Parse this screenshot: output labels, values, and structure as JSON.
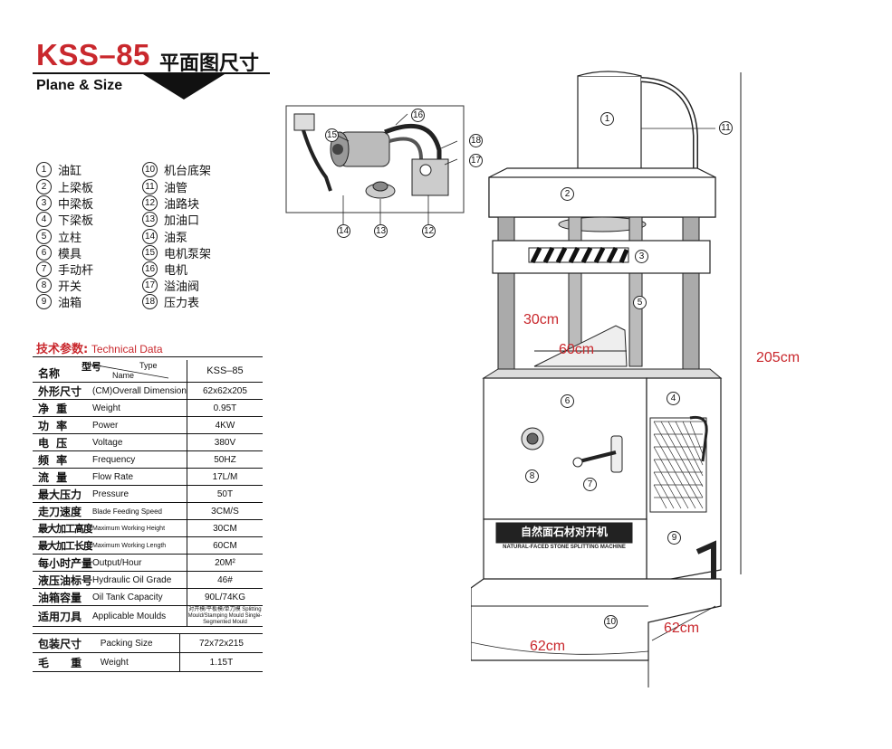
{
  "header": {
    "model": "KSS–85",
    "title_cn": "平面图尺寸",
    "title_en": "Plane & Size"
  },
  "legend": [
    {
      "num": "1",
      "label": "油缸"
    },
    {
      "num": "2",
      "label": "上梁板"
    },
    {
      "num": "3",
      "label": "中梁板"
    },
    {
      "num": "4",
      "label": "下梁板"
    },
    {
      "num": "5",
      "label": "立柱"
    },
    {
      "num": "6",
      "label": "模具"
    },
    {
      "num": "7",
      "label": "手动杆"
    },
    {
      "num": "8",
      "label": "开关"
    },
    {
      "num": "9",
      "label": "油箱"
    },
    {
      "num": "10",
      "label": "机台底架"
    },
    {
      "num": "11",
      "label": "油管"
    },
    {
      "num": "12",
      "label": "油路块"
    },
    {
      "num": "13",
      "label": "加油口"
    },
    {
      "num": "14",
      "label": "油泵"
    },
    {
      "num": "15",
      "label": "电机泵架"
    },
    {
      "num": "16",
      "label": "电机"
    },
    {
      "num": "17",
      "label": "溢油阀"
    },
    {
      "num": "18",
      "label": "压力表"
    }
  ],
  "tech": {
    "heading_cn": "技术参数:",
    "heading_en": "Technical Data",
    "name_cn": "名称",
    "model_cn": "型号",
    "type_en": "Type",
    "name_en": "Name",
    "model_value": "KSS–85",
    "rows": [
      {
        "cn": "外形尺寸",
        "en": "(CM)Overall Dimension",
        "value": "62x62x205"
      },
      {
        "cn": "净 重",
        "en": "Weight",
        "value": "0.95T"
      },
      {
        "cn": "功 率",
        "en": "Power",
        "value": "4KW"
      },
      {
        "cn": "电 压",
        "en": "Voltage",
        "value": "380V"
      },
      {
        "cn": "频 率",
        "en": "Frequency",
        "value": "50HZ"
      },
      {
        "cn": "流 量",
        "en": "Flow Rate",
        "value": "17L/M"
      },
      {
        "cn": "最大压力",
        "en": "Pressure",
        "value": "50T"
      },
      {
        "cn": "走刀速度",
        "en": "Blade Feeding Speed",
        "value": "3CM/S"
      },
      {
        "cn": "最大加工高度",
        "en": "Maximum Working Height",
        "value": "30CM"
      },
      {
        "cn": "最大加工长度",
        "en": "Maximum Working Length",
        "value": "60CM"
      },
      {
        "cn": "每小时产量",
        "en": "Output/Hour",
        "value": "20M²"
      },
      {
        "cn": "液压油标号",
        "en": "Hydraulic Oil Grade",
        "value": "46#"
      },
      {
        "cn": "油箱容量",
        "en": "Oil Tank Capacity",
        "value": "90L/74KG"
      },
      {
        "cn": "适用刀具",
        "en": "Applicable Moulds",
        "value": "对开模/平板模/单刀模 Splitting Mould/Stamping Mould Single-Segmented Mould"
      }
    ],
    "packing": [
      {
        "cn": "包装尺寸",
        "en": "Packing Size",
        "value": "72x72x215"
      },
      {
        "cn": "毛 重",
        "en": "Weight",
        "value": "1.15T"
      }
    ]
  },
  "diagram": {
    "dim_height": "205cm",
    "dim_depth": "62cm",
    "dim_width": "62cm",
    "dim_work_height": "30cm",
    "dim_work_length": "60cm",
    "plate_text": "自然面石材对开机",
    "plate_text_en": "NATURAL-FACED STONE SPLITTING MACHINE"
  },
  "colors": {
    "accent": "#c9282d",
    "line": "#111111"
  }
}
